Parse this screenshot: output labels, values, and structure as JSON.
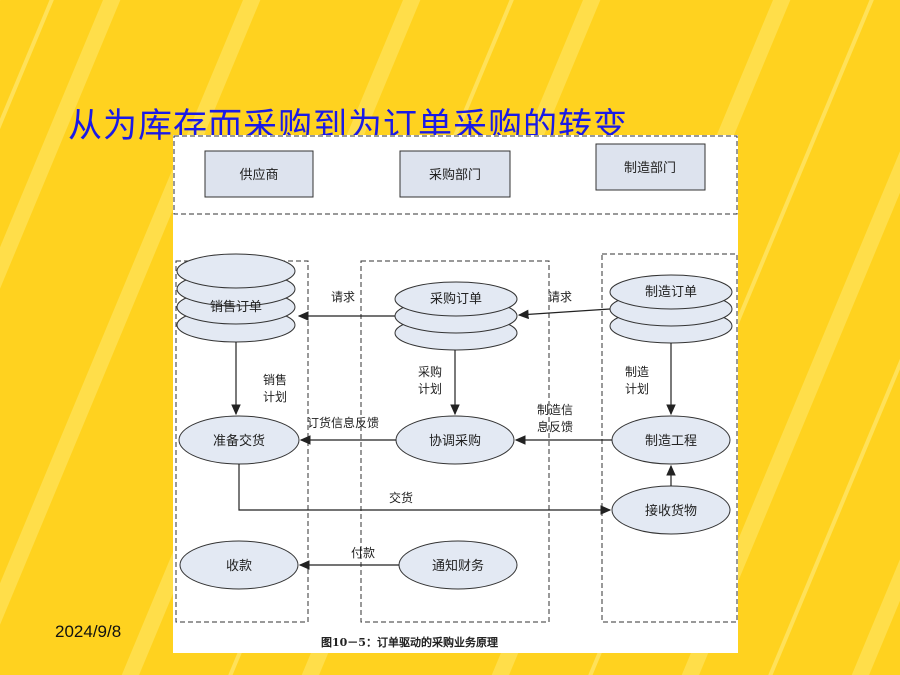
{
  "slide": {
    "title": "从为库存而采购到为订单采购的转变",
    "date": "2024/9/8"
  },
  "diagram": {
    "header_boxes": {
      "supplier": "供应商",
      "purchasing_dept": "采购部门",
      "manufacturing_dept": "制造部门"
    },
    "nodes": {
      "sales_order": "销售订单",
      "purchase_order": "采购订单",
      "manufacturing_order": "制造订单",
      "prepare_delivery": "准备交货",
      "coordinate_purchase": "协调采购",
      "manufacturing_engineering": "制造工程",
      "receive_goods": "接收货物",
      "collect_payment": "收款",
      "notify_finance": "通知财务"
    },
    "edge_labels": {
      "request_left": "请求",
      "request_right": "请求",
      "sales_plan_1": "销售",
      "sales_plan_2": "计划",
      "purchase_plan_1": "采购",
      "purchase_plan_2": "计划",
      "mfg_plan_1": "制造",
      "mfg_plan_2": "计划",
      "order_feedback": "订货信息反馈",
      "mfg_feedback_1": "制造信",
      "mfg_feedback_2": "息反馈",
      "delivery": "交货",
      "payment": "付款"
    },
    "caption": "图10－5：订单驱动的采购业务原理"
  },
  "colors": {
    "background": "#ffd21f",
    "stripe": "#ffe259",
    "title": "#1a1ae6",
    "box_fill": "#dde3ee",
    "node_fill": "#e3e9f3"
  }
}
